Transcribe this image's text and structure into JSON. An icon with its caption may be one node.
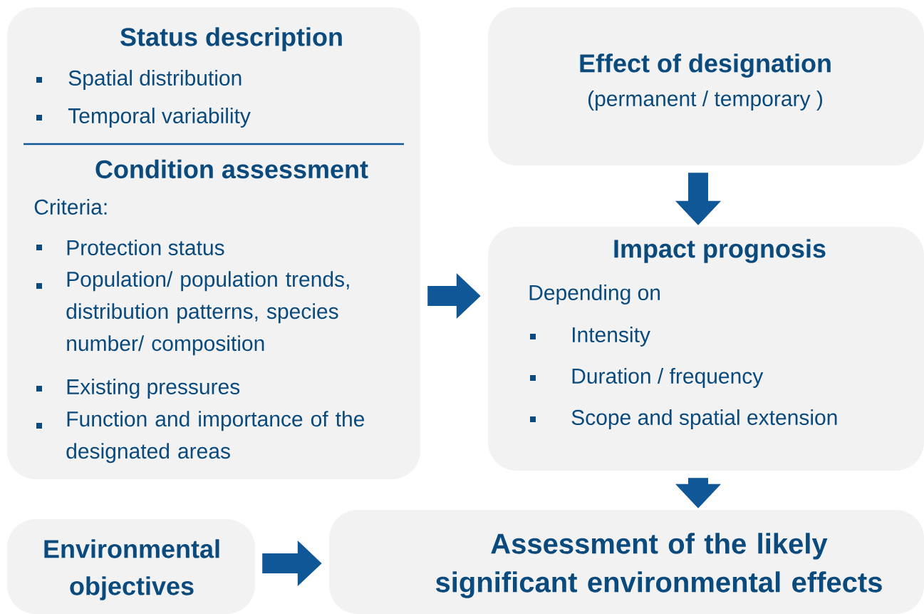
{
  "diagram": {
    "nodes": [
      {
        "text": [
          "Status description",
          "Spatial distribution",
          "Temporal variability",
          "Condition assessment",
          "Criteria:",
          "Protection status",
          "Population/ population trends, distribution patterns, species number/ composition",
          "Existing pressures",
          "Function and importance of the designated areas"
        ]
      },
      {
        "text": [
          "Effect of designation",
          "(permanent / temporary )"
        ]
      },
      {
        "text": [
          "Impact prognosis",
          "Depending on",
          "Intensity",
          "Duration / frequency",
          "Scope and spatial extension"
        ]
      },
      {
        "text": [
          "Environmental objectives"
        ]
      },
      {
        "text": [
          "Assessment of the likely significant environmental effects"
        ]
      }
    ],
    "edges": [
      {
        "from": 0,
        "to": 2,
        "arrow": "to"
      },
      {
        "from": 1,
        "to": 2,
        "arrow": "to"
      },
      {
        "from": 2,
        "to": 4,
        "arrow": "to"
      },
      {
        "from": 3,
        "to": 4,
        "arrow": "to"
      }
    ]
  }
}
